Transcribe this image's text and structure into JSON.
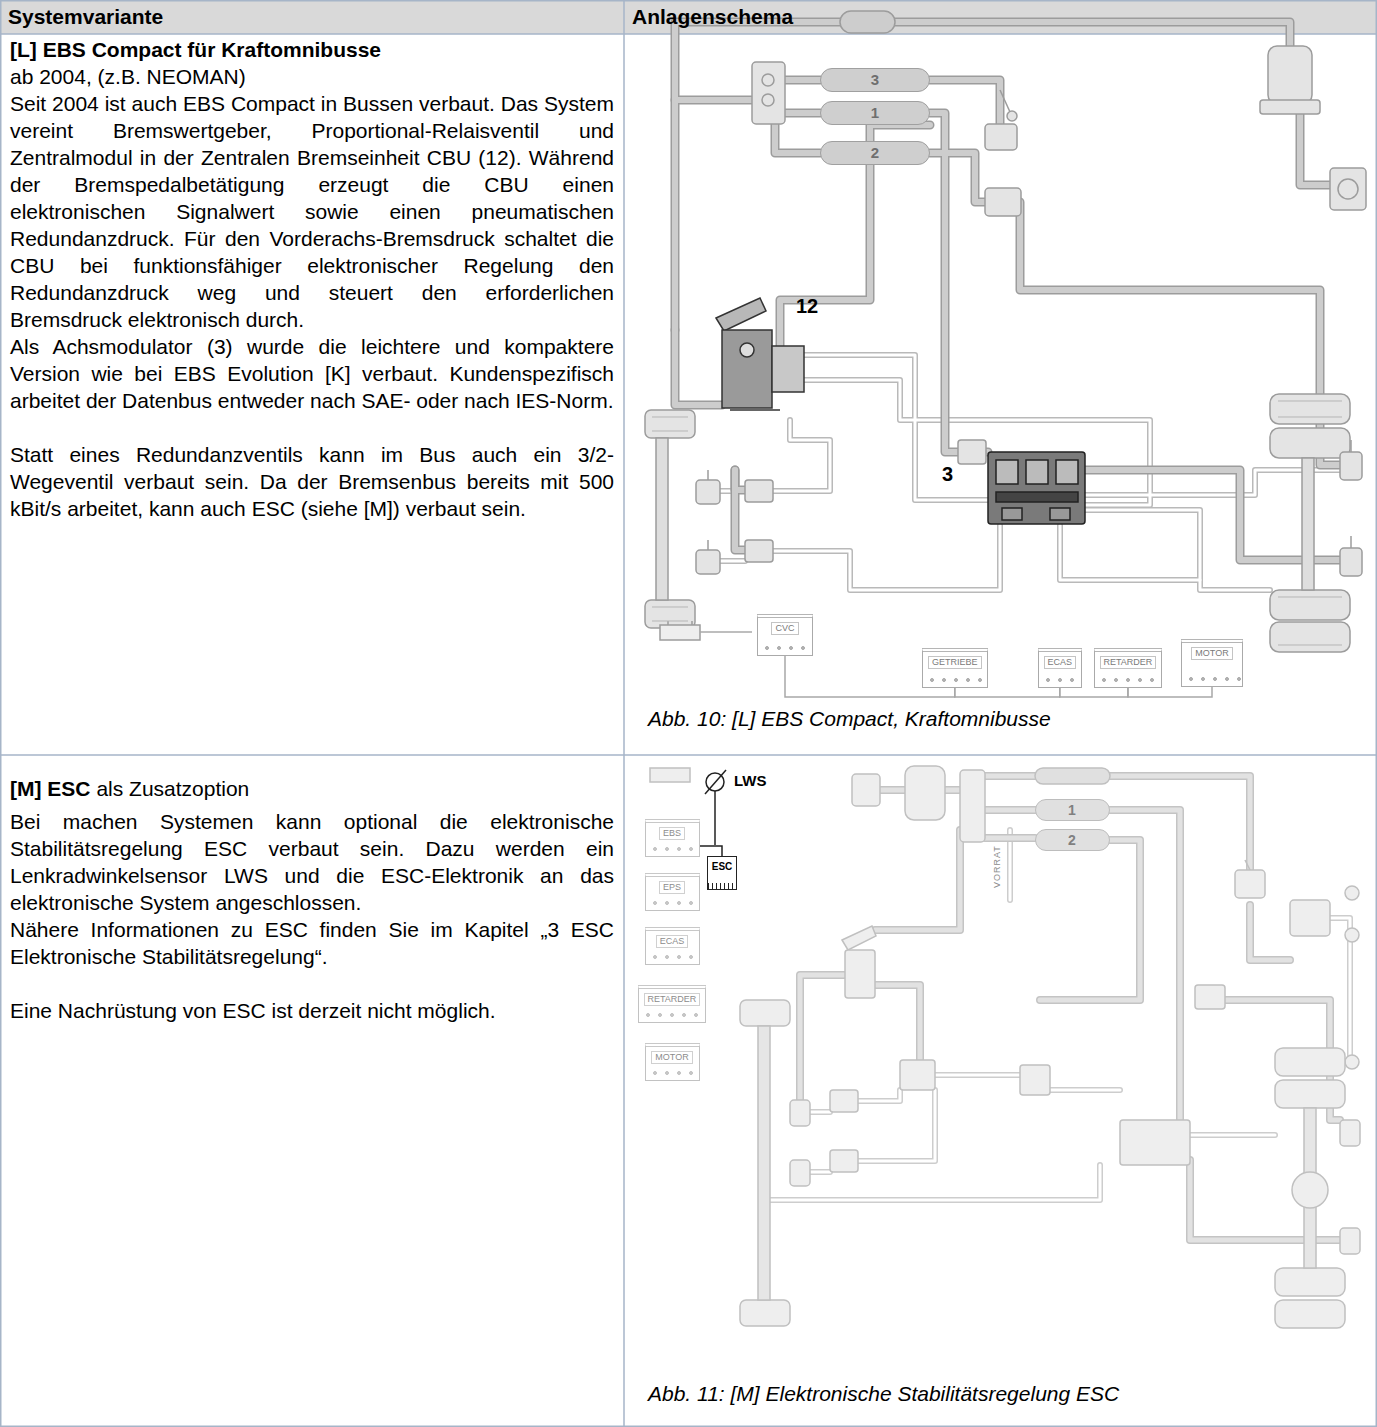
{
  "diagram": {
    "nodes": [
      {
        "text": [
          "3"
        ]
      },
      {
        "text": [
          "1"
        ]
      },
      {
        "text": [
          "2"
        ]
      },
      {
        "text": [
          "CVC"
        ]
      },
      {
        "text": [
          "GETRIEBE"
        ]
      },
      {
        "text": [
          "ECAS"
        ]
      },
      {
        "text": [
          "RETARDER"
        ]
      },
      {
        "text": [
          "MOTOR"
        ]
      },
      {
        "text": [
          "EBS"
        ]
      },
      {
        "text": [
          "EPS"
        ]
      },
      {
        "text": [
          "ECAS"
        ]
      },
      {
        "text": [
          "RETARDER"
        ]
      },
      {
        "text": [
          "MOTOR"
        ]
      },
      {
        "text": [
          "ESC"
        ]
      },
      {
        "text": [
          "1"
        ]
      },
      {
        "text": [
          "2"
        ]
      }
    ],
    "edges": [
      {
        "from": 3,
        "to": 4,
        "arrow": "none"
      },
      {
        "from": 4,
        "to": 5,
        "arrow": "none"
      },
      {
        "from": 5,
        "to": 6,
        "arrow": "none"
      },
      {
        "from": 6,
        "to": 7,
        "arrow": "none"
      },
      {
        "from": 8,
        "to": 13,
        "arrow": "none"
      }
    ],
    "labels": [
      "Systemvariante",
      "Anlagenschema",
      "[L] EBS Compact für Kraftomnibusse",
      "ab 2004, (z.B. NEOMAN)",
      "Seit 2004 ist auch EBS Compact in Bussen verbaut. Das System vereint Bremswertgeber, Proportional-Relaisventil und Zentralmodul in der Zentralen Bremseinheit CBU (12). Während der Bremspedalbetätigung erzeugt die CBU einen elektronischen Signalwert sowie einen pneumatischen Redundanzdruck. Für den Vorderachs-Bremsdruck schaltet die CBU bei funktionsfähiger elektronischer Regelung den Redundanzdruck weg und steuert den erforderlichen Bremsdruck elektronisch durch.",
      "Als Achsmodulator (3) wurde die leichtere und kompaktere Version wie bei EBS Evolution [K] verbaut. Kundenspezifisch arbeitet der Datenbus entweder nach SAE- oder nach IES-Norm.",
      "Statt eines Redundanzventils kann im Bus auch ein 3/2-Wegeventil verbaut sein. Da der Bremsenbus bereits mit 500 kBit/s arbeitet, kann auch ESC (siehe [M]) verbaut sein.",
      "Abb. 10: [L] EBS Compact, Kraftomnibusse",
      "[M] ESC",
      "als Zusatzoption",
      "Bei machen Systemen kann optional die elektronische Stabilitätsregelung ESC verbaut sein. Dazu werden ein Lenkradwinkelsensor LWS und die ESC-Elektronik an das elektronische System angeschlossen.",
      "Nähere Informationen zu ESC finden Sie im Kapitel „3 ESC Elektronische Stabilitätsregelung“.",
      "Eine Nachrüstung von ESC ist derzeit nicht möglich.",
      "Abb. 11: [M] Elektronische Stabilitätsregelung ESC",
      "12",
      "3",
      "LWS",
      "VORRAT"
    ]
  }
}
